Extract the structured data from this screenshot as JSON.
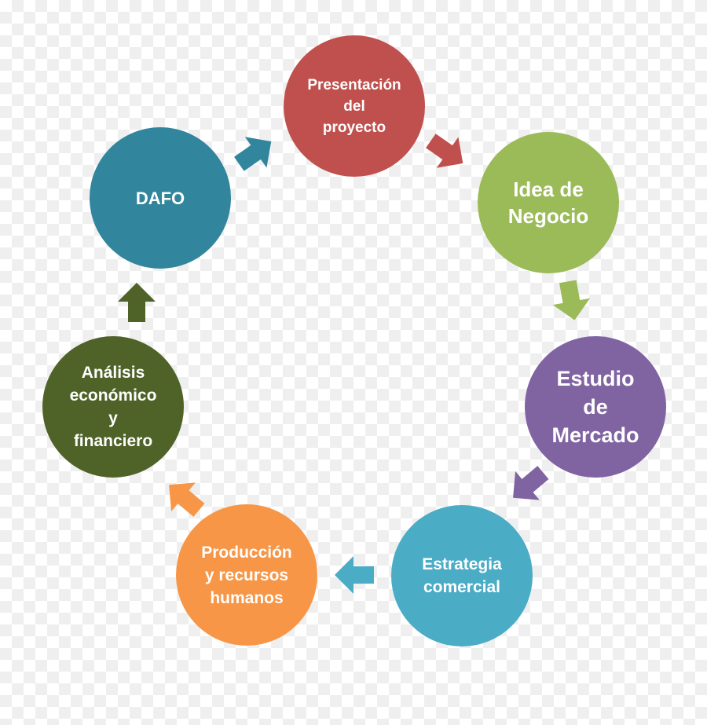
{
  "diagram": {
    "type": "cycle",
    "nodes": [
      {
        "id": "presentacion",
        "label": "Presentación\ndel\nproyecto",
        "color": "#c0504d"
      },
      {
        "id": "idea",
        "label": "Idea de\nNegocio",
        "color": "#9bbb59"
      },
      {
        "id": "estudio",
        "label": "Estudio\nde\nMercado",
        "color": "#8064a2"
      },
      {
        "id": "estrategia",
        "label": "Estrategia\ncomercial",
        "color": "#4bacc6"
      },
      {
        "id": "produccion",
        "label": "Producción\ny recursos\nhumanos",
        "color": "#f79646"
      },
      {
        "id": "analisis",
        "label": "Análisis\neconómico\ny\nfinanciero",
        "color": "#4f6228"
      },
      {
        "id": "dafo",
        "label": "DAFO",
        "color": "#31859c"
      }
    ],
    "edges": [
      {
        "from": "presentacion",
        "to": "idea",
        "color": "#c0504d"
      },
      {
        "from": "idea",
        "to": "estudio",
        "color": "#9bbb59"
      },
      {
        "from": "estudio",
        "to": "estrategia",
        "color": "#8064a2"
      },
      {
        "from": "estrategia",
        "to": "produccion",
        "color": "#4bacc6"
      },
      {
        "from": "produccion",
        "to": "analisis",
        "color": "#f79646"
      },
      {
        "from": "analisis",
        "to": "dafo",
        "color": "#4f6228"
      },
      {
        "from": "dafo",
        "to": "presentacion",
        "color": "#31859c"
      }
    ]
  }
}
